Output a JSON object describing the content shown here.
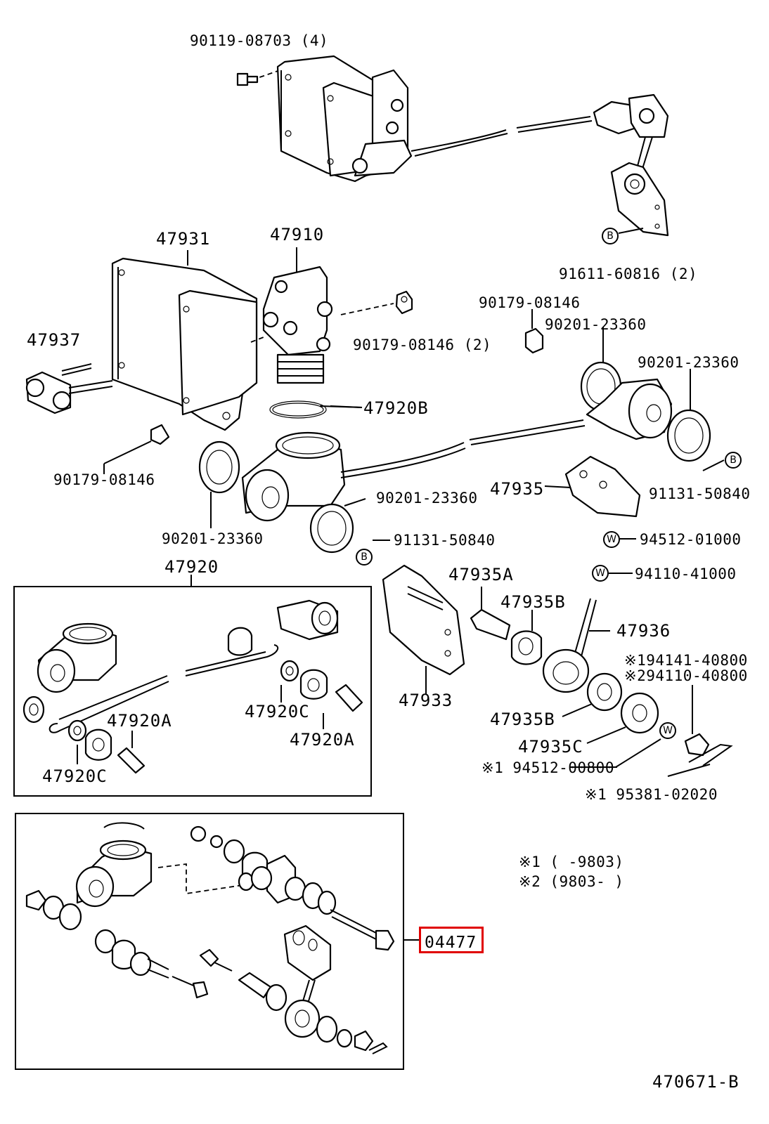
{
  "labels": {
    "p1": "90119-08703 (4)",
    "p2": "91611-60816 (2)",
    "p3": "47931",
    "p4": "47910",
    "p5": "47937",
    "p6": "90179-08146 (2)",
    "p7": "90179-08146",
    "p8": "90201-23360",
    "p9": "90201-23360",
    "p10": "47920B",
    "p11": "90179-08146",
    "p12": "90201-23360",
    "p13": "47935",
    "p14": "91131-50840",
    "p15": "90201-23360",
    "p16": "91131-50840",
    "p17": "94512-01000",
    "p18": "47920",
    "p19": "47935A",
    "p20": "94110-41000",
    "p21": "47935B",
    "p22": "47936",
    "p23": "※194141-40800",
    "p24": "※294110-40800",
    "p25": "47933",
    "p26": "47920C",
    "p27": "47920A",
    "p28": "47935B",
    "p29": "47920A",
    "p30": "47935C",
    "p31": "※1 94512-00800",
    "p32": "47920C",
    "p33": "※1 95381-02020"
  },
  "notes": {
    "n1": "※1 (      -9803)",
    "n2": "※2 (9803-      )"
  },
  "highlight": {
    "label": "04477",
    "border_color": "#e00000"
  },
  "markers": {
    "b": "B",
    "w": "W"
  },
  "footer": {
    "ref": "470671-B"
  }
}
